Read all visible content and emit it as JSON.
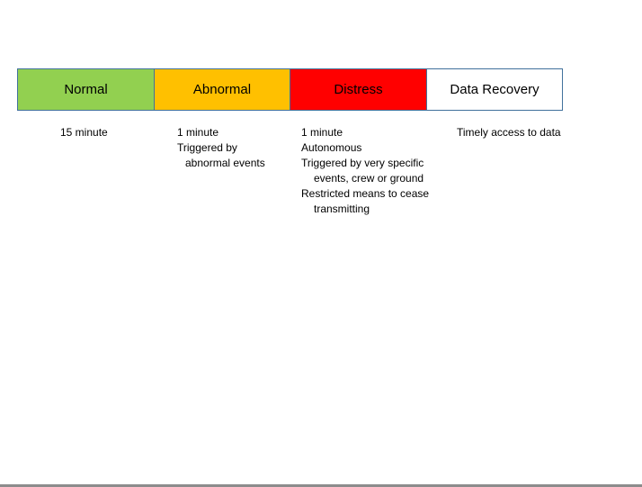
{
  "stages": [
    {
      "label": "Normal",
      "color": "#92d050"
    },
    {
      "label": "Abnormal",
      "color": "#ffc000"
    },
    {
      "label": "Distress",
      "color": "#ff0000"
    },
    {
      "label": "Data Recovery",
      "color": "#ffffff"
    }
  ],
  "notes": {
    "normal": [
      "15 minute"
    ],
    "abnormal": [
      "1 minute",
      "Triggered by",
      "abnormal events"
    ],
    "distress": [
      "1 minute",
      "Autonomous",
      "Triggered by very specific",
      "events, crew or ground",
      "Restricted means to cease",
      "transmitting"
    ],
    "recovery": [
      "Timely access to data"
    ]
  }
}
